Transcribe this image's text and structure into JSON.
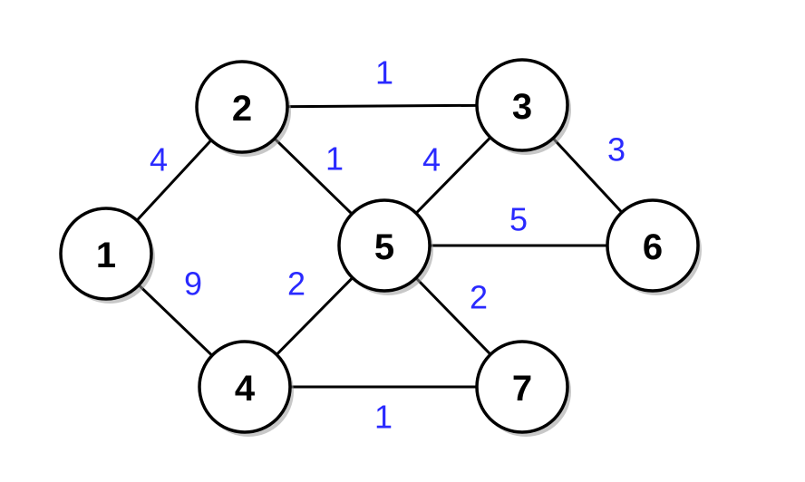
{
  "colors": {
    "edge": "#000000",
    "node_fill": "#ffffff",
    "node_stroke": "#000000",
    "weight_text": "#2a2aff"
  },
  "nodes": [
    {
      "id": "1",
      "label": "1"
    },
    {
      "id": "2",
      "label": "2"
    },
    {
      "id": "3",
      "label": "3"
    },
    {
      "id": "4",
      "label": "4"
    },
    {
      "id": "5",
      "label": "5"
    },
    {
      "id": "6",
      "label": "6"
    },
    {
      "id": "7",
      "label": "7"
    }
  ],
  "edges": [
    {
      "from": "1",
      "to": "2",
      "weight": "4"
    },
    {
      "from": "1",
      "to": "4",
      "weight": "9"
    },
    {
      "from": "2",
      "to": "3",
      "weight": "1"
    },
    {
      "from": "2",
      "to": "5",
      "weight": "1"
    },
    {
      "from": "3",
      "to": "5",
      "weight": "4"
    },
    {
      "from": "3",
      "to": "6",
      "weight": "3"
    },
    {
      "from": "5",
      "to": "6",
      "weight": "5"
    },
    {
      "from": "4",
      "to": "5",
      "weight": "2"
    },
    {
      "from": "5",
      "to": "7",
      "weight": "2"
    },
    {
      "from": "4",
      "to": "7",
      "weight": "1"
    }
  ]
}
